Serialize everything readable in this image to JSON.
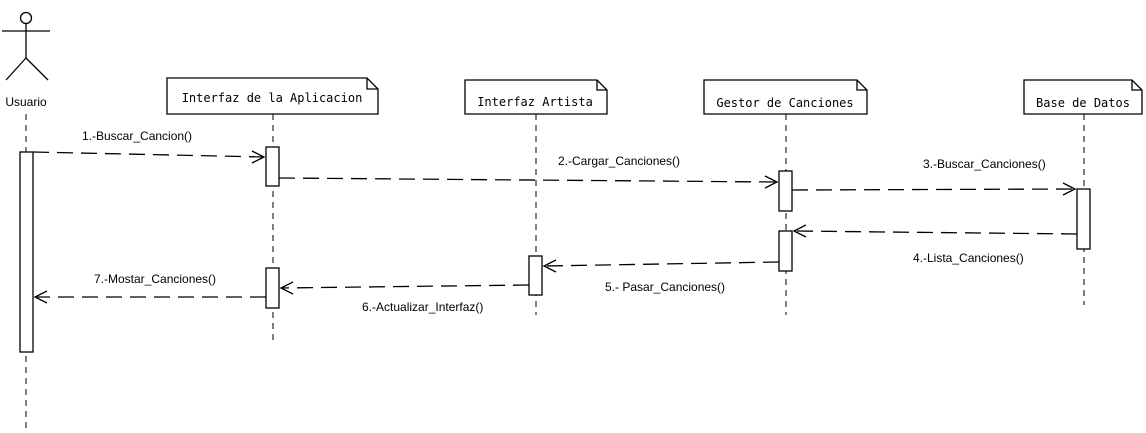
{
  "actor": {
    "label": "Usuario"
  },
  "participants": [
    {
      "label": "Interfaz de la Aplicacion"
    },
    {
      "label": "Interfaz Artista"
    },
    {
      "label": "Gestor de Canciones"
    },
    {
      "label": "Base de Datos"
    }
  ],
  "messages": [
    {
      "label": "1.-Buscar_Cancion()"
    },
    {
      "label": "2.-Cargar_Canciones()"
    },
    {
      "label": "3.-Buscar_Canciones()"
    },
    {
      "label": "4.-Lista_Canciones()"
    },
    {
      "label": "5.- Pasar_Canciones()"
    },
    {
      "label": "6.-Actualizar_Interfaz()"
    },
    {
      "label": "7.-Mostar_Canciones()"
    }
  ]
}
